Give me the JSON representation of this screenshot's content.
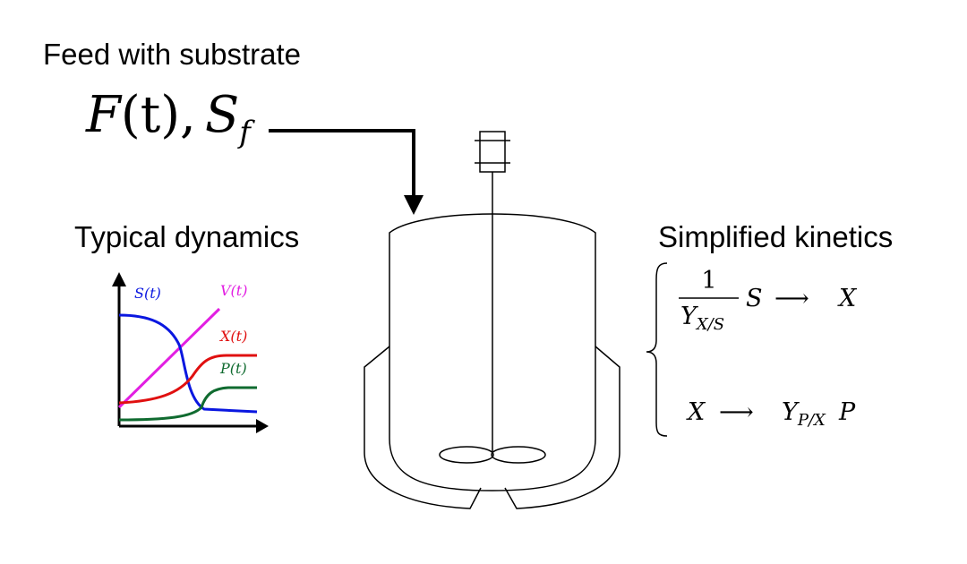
{
  "feed": {
    "heading": "Feed with substrate",
    "label_F": "F",
    "label_t": "(t),",
    "label_S": "S",
    "label_sub": "f"
  },
  "dynamics": {
    "heading": "Typical dynamics",
    "labels": {
      "S": "S(t)",
      "V": "V(t)",
      "X": "X(t)",
      "P": "P(t)"
    }
  },
  "kinetics": {
    "heading": "Simplified kinetics",
    "reaction1": {
      "numerator": "1",
      "denominator_main": "Y",
      "denominator_sub": "X/S",
      "reactant": "S",
      "arrow": "⟶",
      "product": "X"
    },
    "reaction2": {
      "reactant": "X",
      "arrow": "⟶",
      "coef_main": "Y",
      "coef_sub": "P/X",
      "product": "P"
    }
  },
  "colors": {
    "S": "#0a17e0",
    "V": "#e21fe2",
    "X": "#e01010",
    "P": "#106b30",
    "line": "#000000"
  }
}
